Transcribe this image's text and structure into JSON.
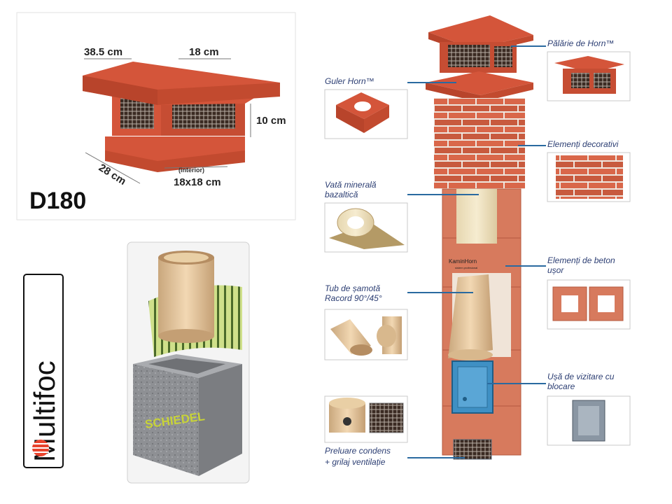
{
  "cap_panel": {
    "dim_width": "38.5 cm",
    "dim_inner_top": "18 cm",
    "dim_height": "10 cm",
    "dim_depth": "28 cm",
    "interior_note": "(interior)",
    "dim_interior": "18x18 cm",
    "model": "D180"
  },
  "brand": {
    "name": "Multifoc",
    "accent": "#e8442e"
  },
  "schiedel_block": {
    "logo_text": "SCHIEDEL"
  },
  "chimney": {
    "stamp": "KaminHorn",
    "stamp_sub": "sistem profesional"
  },
  "callouts": {
    "palarie": "Pălărie de Horn™",
    "guler": "Guler Horn™",
    "elementi_decorativi": "Elemenți decorativi",
    "vata_line1": "Vată minerală",
    "vata_line2": "bazaltică",
    "beton_line1": "Elemenți de beton",
    "beton_line2": "ușor",
    "tub_line1": "Tub de șamotă",
    "tub_line2": "Racord 90°/45°",
    "usa_line1": "Ușă de vizitare cu",
    "usa_line2": "blocare",
    "condens_line1": "Preluare condens",
    "condens_line2": "+ grilaj ventilație"
  },
  "colors": {
    "terracotta": "#d4553a",
    "brick": "#d9674a",
    "callout_line": "#2a6aa0",
    "callout_text": "#2c3e73"
  }
}
